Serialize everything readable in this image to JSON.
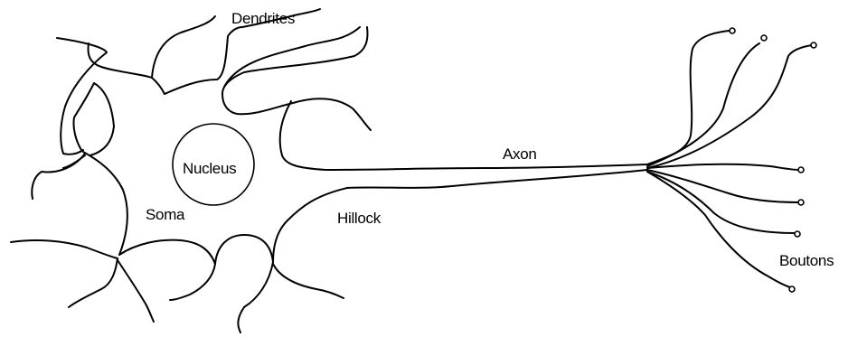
{
  "labels": {
    "dendrites": "Dendrites",
    "nucleus": "Nucleus",
    "soma": "Soma",
    "axon": "Axon",
    "hillock": "Hillock",
    "boutons": "Boutons"
  },
  "colors": {
    "stroke": "#000000",
    "background": "#ffffff"
  }
}
